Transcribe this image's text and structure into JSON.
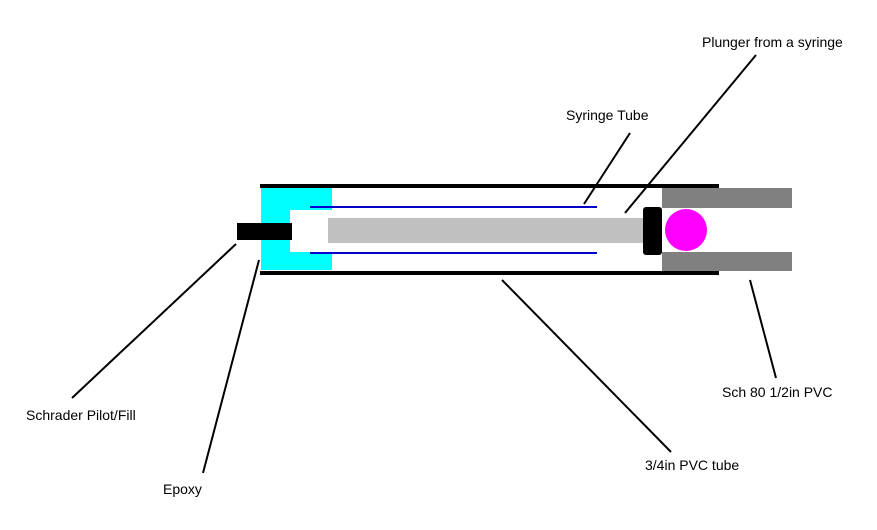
{
  "labels": {
    "plunger": "Plunger from a syringe",
    "syringe_tube": "Syringe Tube",
    "schrader": "Schrader Pilot/Fill",
    "epoxy": "Epoxy",
    "pvc_34": "3/4in PVC tube",
    "sch80": "Sch 80 1/2in PVC"
  },
  "colors": {
    "epoxy": "#00ffff",
    "tube_wall": "#000000",
    "syringe_tube": "#0000cc",
    "plunger_rod": "#c0c0c0",
    "pvc_sch80": "#808080",
    "ball": "#ff00ff",
    "valve": "#000000"
  }
}
